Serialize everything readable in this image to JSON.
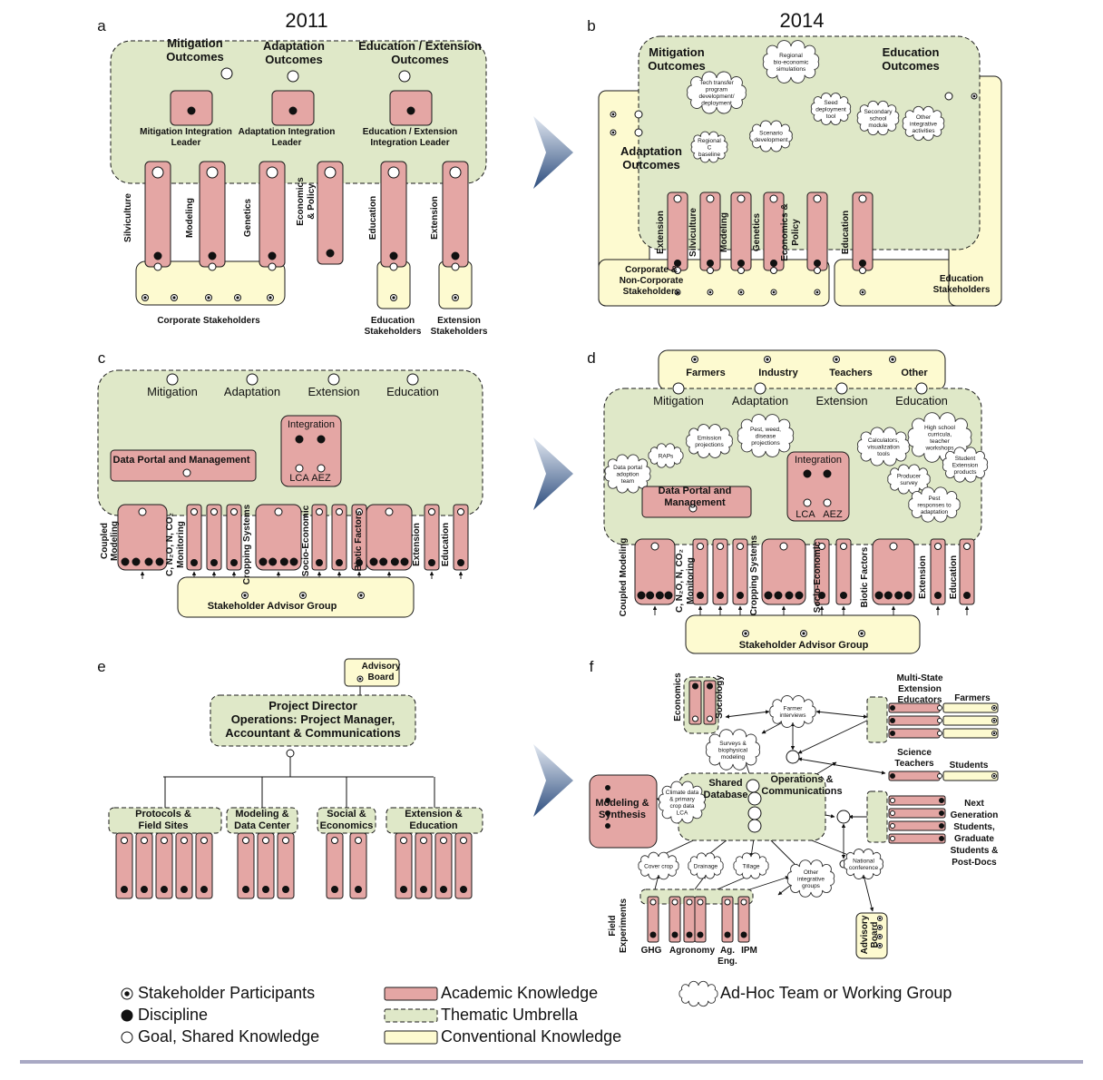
{
  "colors": {
    "academic_fill": "#e4a6a4",
    "umbrella_fill": "#dfe8c8",
    "conventional_fill": "#fdfad0",
    "stroke": "#1a1a1a",
    "arrow_gradient_top": "#dfe6f0",
    "arrow_gradient_bottom": "#2f4f80",
    "rule": "#a9a9c4"
  },
  "years": {
    "left": "2011",
    "right": "2014"
  },
  "panels": {
    "a": {
      "letter": "a",
      "outcomes": {
        "mitigation": "Mitigation Outcomes",
        "adaptation": "Adaptation Outcomes",
        "education": "Education / Extension Outcomes"
      },
      "leaders": {
        "mitigation": "Mitigation Integration Leader",
        "adaptation": "Adaptation Integration Leader",
        "education": "Education / Extension Integration Leader"
      },
      "disciplines": [
        "Silviculture",
        "Modeling",
        "Genetics",
        "Economics & Policy",
        "Education",
        "Extension"
      ],
      "stakeholders": {
        "corporate": "Corporate Stakeholders",
        "education": "Education Stakeholders",
        "extension": "Extension Stakeholders"
      }
    },
    "b": {
      "letter": "b",
      "outcomes": {
        "mitigation": "Mitigation Outcomes",
        "education": "Education Outcomes",
        "adaptation": "Adaptation Outcomes"
      },
      "clouds": [
        "Regional bio-economic simulations",
        "Tech transfer program development/ deployment",
        "Seed deployment tool",
        "Secondary school module",
        "Other integrative activities",
        "Regional C baseline",
        "Scenario development"
      ],
      "disciplines": [
        "Extension",
        "Silviculture",
        "Modeling",
        "Genetics",
        "Economics & Policy",
        "Education"
      ],
      "stakeholders": {
        "corporate": "Corporate & Non-Corporate Stakeholders",
        "education": "Education Stakeholders"
      }
    },
    "c": {
      "letter": "c",
      "goals": [
        "Mitigation",
        "Adaptation",
        "Extension",
        "Education"
      ],
      "data_portal": "Data Portal and Management",
      "integration": {
        "title": "Integration",
        "lca": "LCA",
        "aez": "AEZ"
      },
      "disciplines": [
        "Coupled Modeling",
        "C, N2O, N, CO2 Monitoring",
        "Cropping Systems",
        "Socio-Economic",
        "Biotic Factors",
        "Extension",
        "Education"
      ],
      "stakeholder_group": "Stakeholder Advisor Group"
    },
    "d": {
      "letter": "d",
      "audiences": [
        "Farmers",
        "Industry",
        "Teachers",
        "Other"
      ],
      "goals": [
        "Mitigation",
        "Adaptation",
        "Extension",
        "Education"
      ],
      "clouds": [
        "Pest, weed, disease projections",
        "Emission projections",
        "RAPs",
        "Data portal adoption team",
        "Calculators, visualization tools",
        "High school curricula, teacher workshops",
        "Student Extension products",
        "Producer survey",
        "Pest responses to adaptation"
      ],
      "data_portal": "Data Portal and Management",
      "integration": {
        "title": "Integration",
        "lca": "LCA",
        "aez": "AEZ"
      },
      "disciplines": [
        "Coupled Modeling",
        "C, N2O, N, CO2 Monitoring",
        "Cropping Systems",
        "Socio-Economic",
        "Biotic Factors",
        "Extension",
        "Education"
      ],
      "stakeholder_group": "Stakeholder Advisor Group"
    },
    "e": {
      "letter": "e",
      "advisory_board": "Advisory Board",
      "director": [
        "Project Director",
        "Operations: Project Manager,",
        "Accountant & Communications"
      ],
      "units": [
        "Protocols & Field Sites",
        "Modeling & Data Center",
        "Social & Economics",
        "Extension & Education"
      ]
    },
    "f": {
      "letter": "f",
      "social": [
        "Economics",
        "Sociology"
      ],
      "clouds": [
        "Farmer interviews",
        "Surveys & biophysical modeling",
        "Climate data & primary crop data LCA",
        "Cover crop",
        "Drainage",
        "Tillage",
        "Other integrative groups",
        "National conference"
      ],
      "modeling": "Modeling & Synthesis",
      "shared_db": "Shared Database",
      "operations": "Operations & Communications",
      "extension_educators": "Multi-State Extension Educators",
      "farmers": "Farmers",
      "science_teachers": "Science Teachers",
      "students": "Students",
      "next_gen": "Next Generation Students, Graduate Students & Post-Docs",
      "field_experiments": "Field Experiments",
      "field_labels": [
        "GHG",
        "Agronomy",
        "Ag. Eng.",
        "IPM"
      ],
      "advisory_board": "Advisory Board"
    }
  },
  "legend": {
    "stakeholder": "Stakeholder Participants",
    "discipline": "Discipline",
    "goal": "Goal, Shared Knowledge",
    "academic": "Academic Knowledge",
    "umbrella": "Thematic Umbrella",
    "conventional": "Conventional Knowledge",
    "adhoc": "Ad-Hoc Team or Working Group"
  }
}
